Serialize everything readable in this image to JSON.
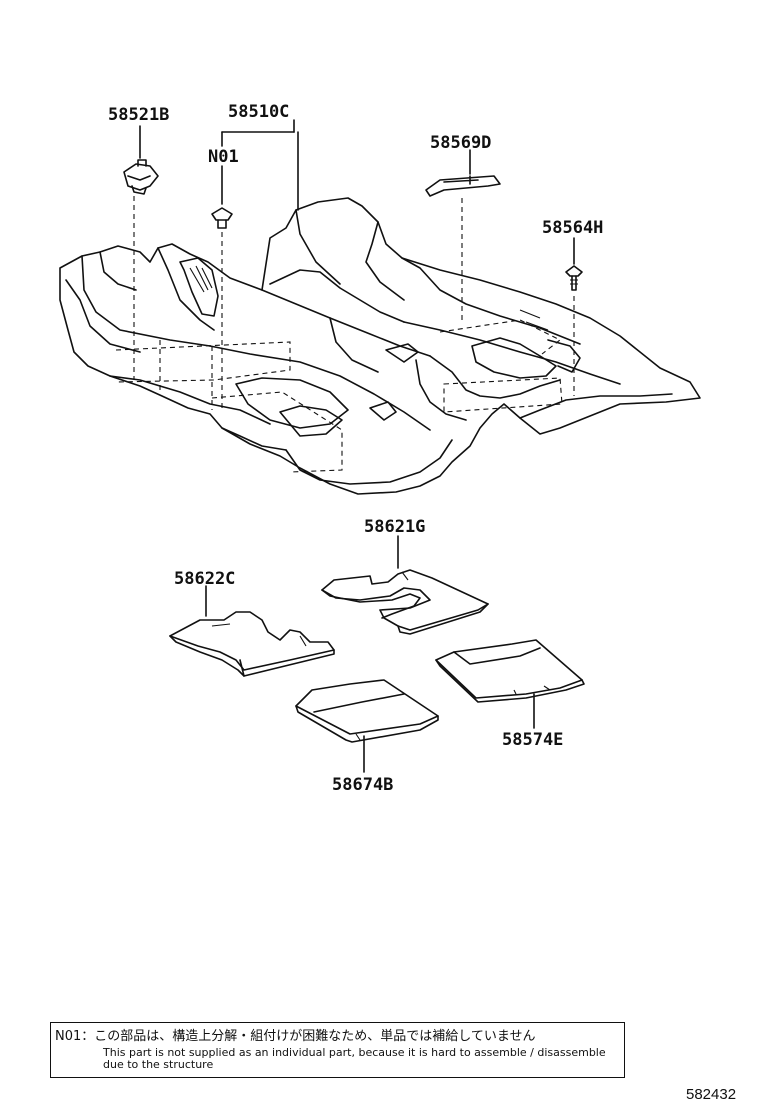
{
  "diagram": {
    "parts": {
      "p58521B": "58521B",
      "p58510C": "58510C",
      "pN01": "N01",
      "p58569D": "58569D",
      "p58564H": "58564H",
      "p58621G": "58621G",
      "p58622C": "58622C",
      "p58574E": "58574E",
      "p58674B": "58674B"
    }
  },
  "note": {
    "jp": "N01：この部品は、構造上分解・組付けが困難なため、単品では補給していません",
    "en": "This part is not supplied as an individual part, because it is hard to assemble / disassemble due to the structure"
  },
  "figure_id": "582432"
}
